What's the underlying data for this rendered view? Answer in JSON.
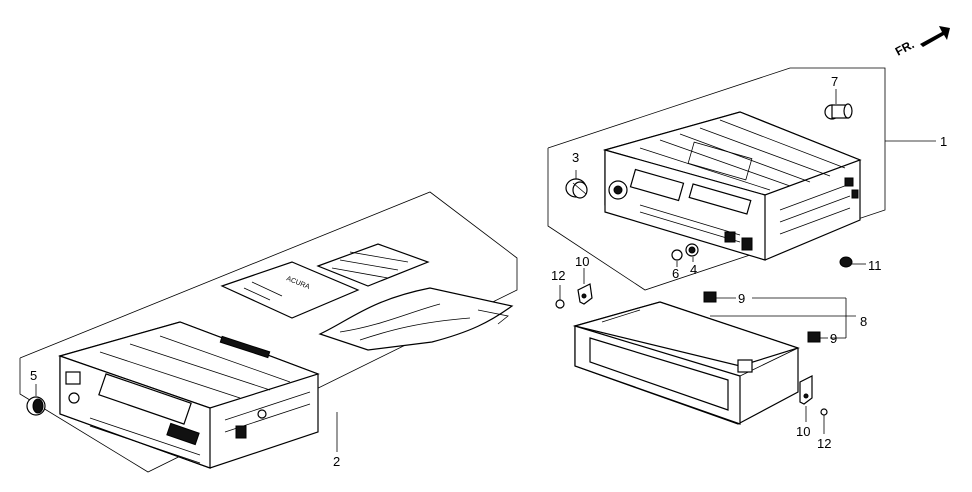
{
  "orientation": {
    "label": "FR."
  },
  "callouts": {
    "c1": "1",
    "c2": "2",
    "c3": "3",
    "c4": "4",
    "c5": "5",
    "c6": "6",
    "c7": "7",
    "c8": "8",
    "c9a": "9",
    "c9b": "9",
    "c10a": "10",
    "c10b": "10",
    "c11": "11",
    "c12a": "12",
    "c12b": "12"
  },
  "label_sheet_text": "ACURA"
}
